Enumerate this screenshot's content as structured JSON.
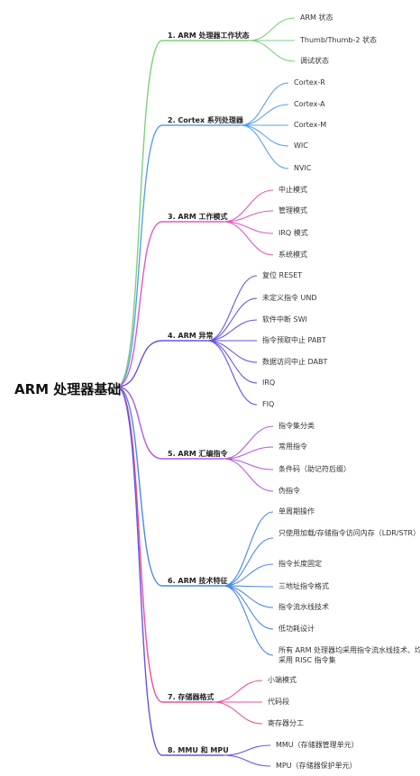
{
  "root": "ARM 处理器基础",
  "branches": [
    {
      "label": "1. ARM 处理器工作状态",
      "color": "#7ed07e",
      "children": [
        "ARM 状态",
        "Thumb/Thumb-2 状态",
        "调试状态"
      ]
    },
    {
      "label": "2. Cortex 系列处理器",
      "color": "#5aa0ee",
      "children": [
        "Cortex-R",
        "Cortex-A",
        "Cortex-M",
        "WIC",
        "NVIC"
      ]
    },
    {
      "label": "3. ARM 工作模式",
      "color": "#e05ac0",
      "children": [
        "中止模式",
        "管理模式",
        "IRQ 模式",
        "系统模式"
      ]
    },
    {
      "label": "4. ARM 异常",
      "color": "#6a52e6",
      "children": [
        "复位 RESET",
        "未定义指令 UND",
        "软件中断 SWI",
        "指令预取中止 PABT",
        "数据访问中止 DABT",
        "IRQ",
        "FIQ"
      ]
    },
    {
      "label": "5. ARM 汇编指令",
      "color": "#b35ae0",
      "children": [
        "指令集分类",
        "常用指令",
        "条件码（助记符后缀）",
        "伪指令"
      ]
    },
    {
      "label": "6. ARM 技术特征",
      "color": "#4a8ae8",
      "children": [
        "单周期操作",
        "只使用加载/存储指令访问内存（LDR/STR）",
        "指令长度固定",
        "三地址指令格式",
        "指令流水线技术",
        "低功耗设计",
        "所有 ARM 处理器均采用指令流水线技术、均采用 RISC 指令集"
      ]
    },
    {
      "label": "7. 存储器格式",
      "color": "#e8509a",
      "children": [
        "小端模式",
        "代码段",
        "寄存器分工"
      ]
    },
    {
      "label": "8. MMU 和 MPU",
      "color": "#6a52e6",
      "children": [
        "MMU（存储器管理单元）",
        "MPU（存储器保护单元）"
      ]
    }
  ]
}
